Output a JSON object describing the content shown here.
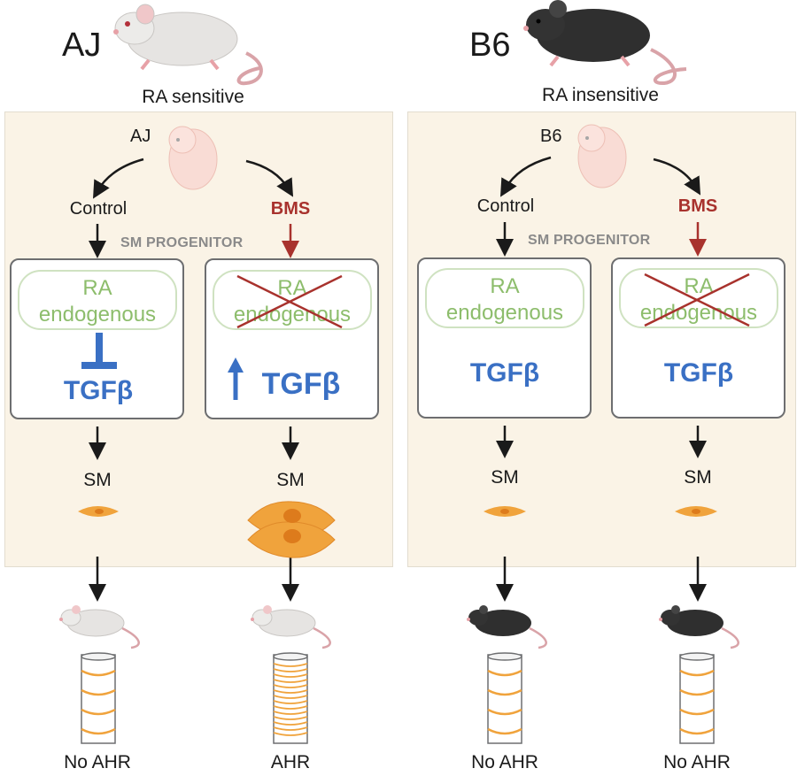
{
  "strains": {
    "aj": {
      "title": "AJ",
      "subtitle": "RA sensitive",
      "embryo_label": "AJ",
      "control_label": "Control",
      "bms_label": "BMS",
      "progenitor_label": "SM PROGENITOR",
      "control_box": {
        "ra_label_1": "RA",
        "ra_label_2": "endogenous",
        "tgf_label": "TGFβ",
        "tgf_state": "inhibited"
      },
      "bms_box": {
        "ra_label_1": "RA",
        "ra_label_2": "endogenous",
        "tgf_label": "TGFβ",
        "tgf_state": "increased",
        "ra_blocked": true
      },
      "sm_control": "SM",
      "sm_bms": "SM",
      "outcome_control": "No AHR",
      "outcome_bms": "AHR"
    },
    "b6": {
      "title": "B6",
      "subtitle": "RA insensitive",
      "embryo_label": "B6",
      "control_label": "Control",
      "bms_label": "BMS",
      "progenitor_label": "SM PROGENITOR",
      "control_box": {
        "ra_label_1": "RA",
        "ra_label_2": "endogenous",
        "tgf_label": "TGFβ",
        "tgf_state": "normal"
      },
      "bms_box": {
        "ra_label_1": "RA",
        "ra_label_2": "endogenous",
        "tgf_label": "TGFβ",
        "tgf_state": "normal",
        "ra_blocked": true
      },
      "sm_control": "SM",
      "sm_bms": "SM",
      "outcome_control": "No AHR",
      "outcome_bms": "No AHR"
    }
  },
  "colors": {
    "panel": "#faf3e6",
    "bms_red": "#a8322d",
    "tgf_blue": "#3a70c4",
    "ra_green": "#8dbd6c",
    "sm_cell": "#f0a33c",
    "white_mouse": "#e6e4e2",
    "black_mouse": "#2f2f2f"
  }
}
